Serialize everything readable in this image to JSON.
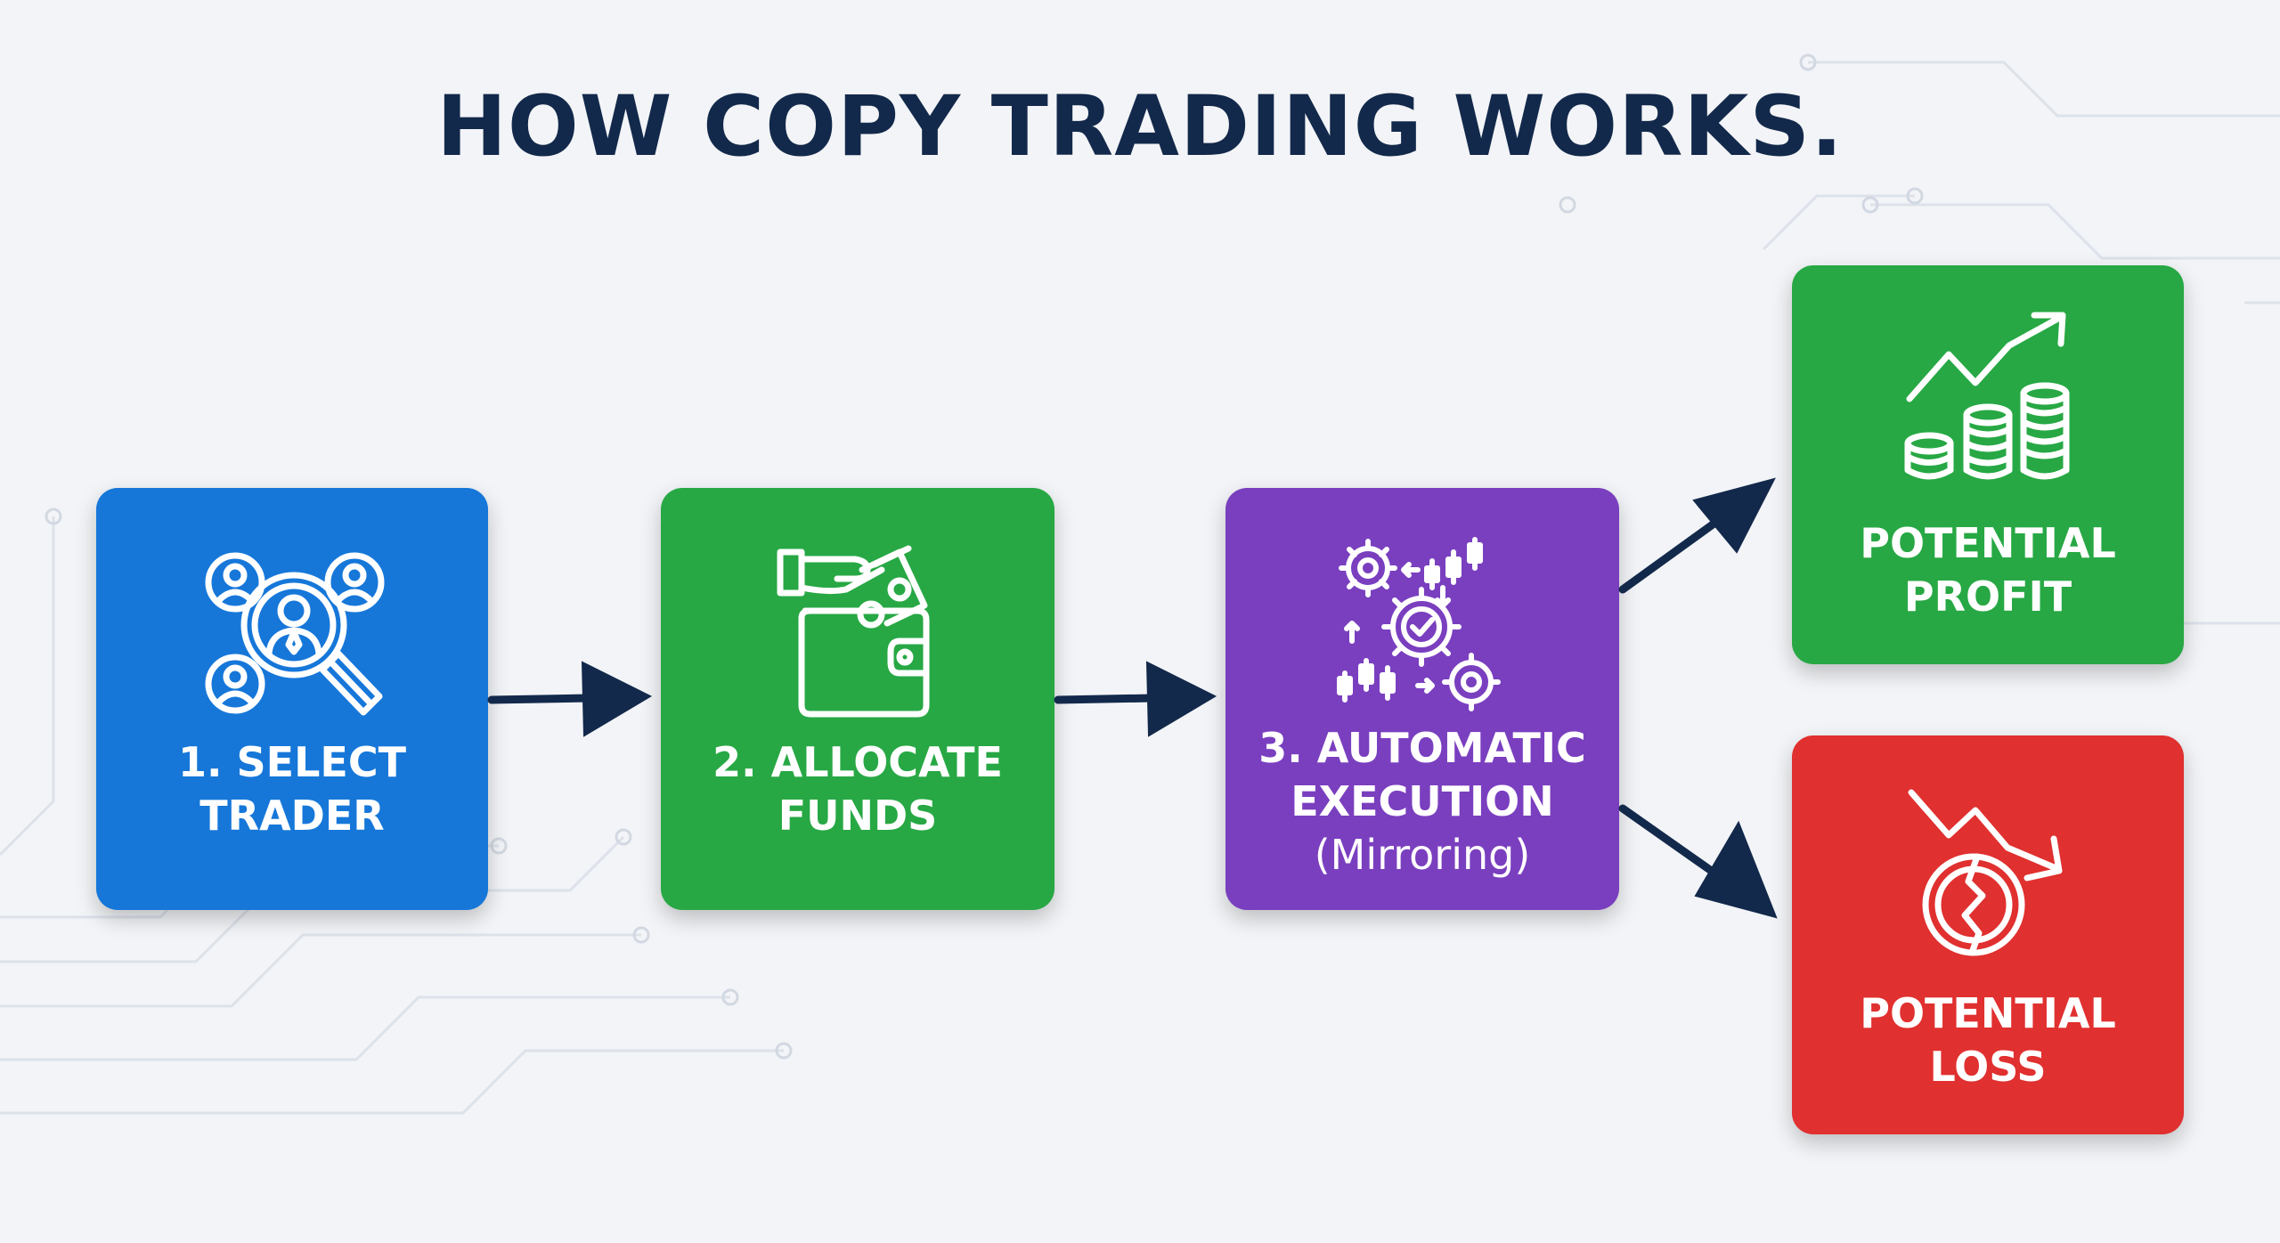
{
  "title": "HOW COPY TRADING WORKS.",
  "colors": {
    "title": "#13294b",
    "select": "#1677d9",
    "allocate": "#27a844",
    "execution": "#7a3fbf",
    "profit": "#27a844",
    "loss": "#e0302f",
    "arrow": "#13294b"
  },
  "steps": [
    {
      "id": "select-trader",
      "icon": "magnifier-people-icon",
      "lines": [
        "1. SELECT",
        "TRADER"
      ]
    },
    {
      "id": "allocate-funds",
      "icon": "wallet-money-icon",
      "lines": [
        "2. ALLOCATE",
        "FUNDS"
      ]
    },
    {
      "id": "automatic-execution",
      "icon": "gears-candlestick-icon",
      "lines": [
        "3. AUTOMATIC",
        "EXECUTION",
        "(Mirroring)"
      ]
    }
  ],
  "outcomes": [
    {
      "id": "potential-profit",
      "icon": "rising-chart-coins-icon",
      "lines": [
        "POTENTIAL",
        "PROFIT"
      ]
    },
    {
      "id": "potential-loss",
      "icon": "falling-chart-broken-coin-icon",
      "lines": [
        "POTENTIAL",
        "LOSS"
      ]
    }
  ]
}
